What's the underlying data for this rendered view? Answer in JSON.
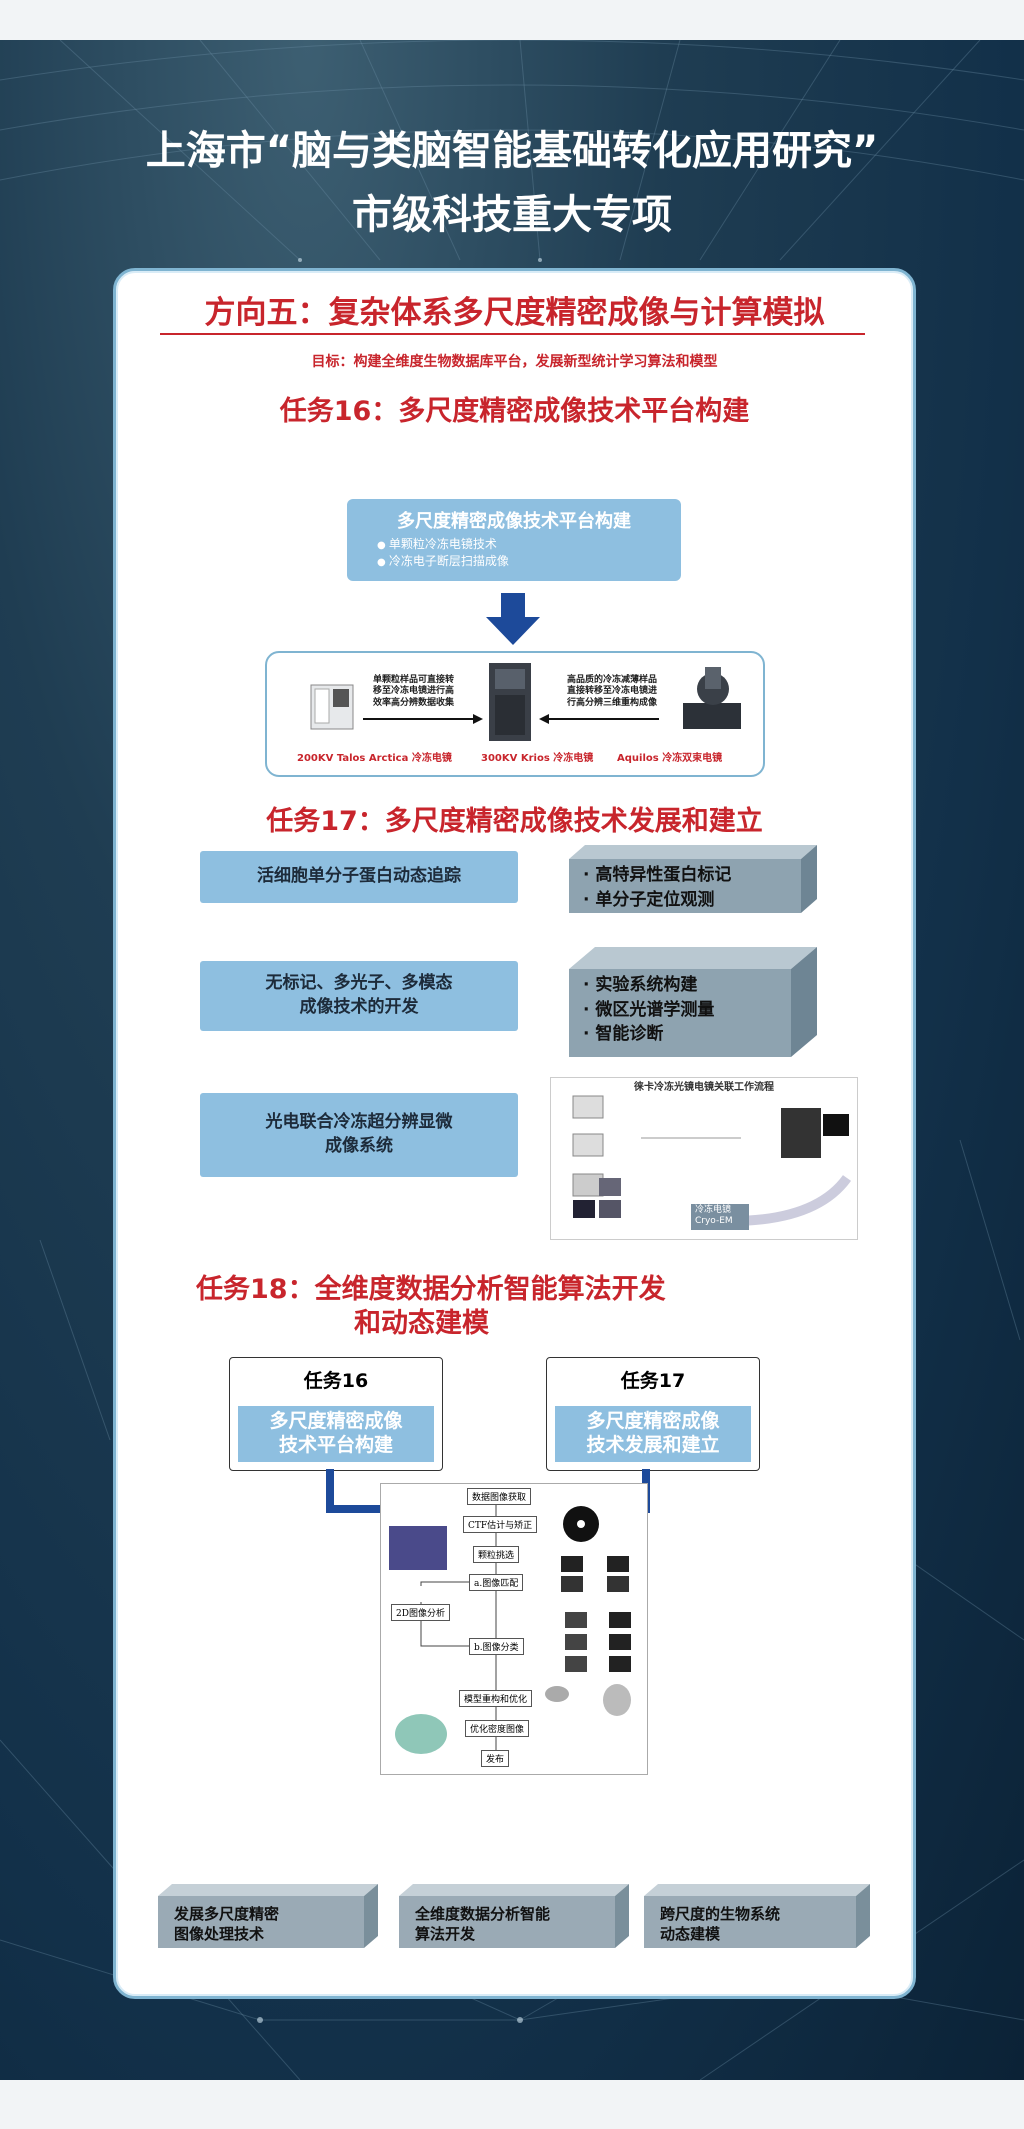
{
  "header": {
    "title_line1": "上海市“脑与类脑智能基础转化应用研究”",
    "title_line2": "市级科技重大专项"
  },
  "direction": {
    "title": "方向五：复杂体系多尺度精密成像与计算模拟",
    "goal": "目标：构建全维度生物数据库平台，发展新型统计学习算法和模型"
  },
  "task16": {
    "title": "任务16：多尺度精密成像技术平台构建",
    "box_title": "多尺度精密成像技术平台构建",
    "bullets": [
      "单颗粒冷冻电镜技术",
      "冷冻电子断层扫描成像"
    ],
    "note_left": "单颗粒样品可直接转\n移至冷冻电镜进行高\n效率高分辨数据收集",
    "note_right": "高品质的冷冻减薄样品\n直接转移至冷冻电镜进\n行高分辨三维重构成像",
    "instruments": [
      {
        "name": "200KV Talos Arctica",
        "label": "冷冻电镜"
      },
      {
        "name": "300KV Krios",
        "label": "冷冻电镜"
      },
      {
        "name": "Aquilos",
        "label": "冷冻双束电镜"
      }
    ]
  },
  "task17": {
    "title": "任务17：多尺度精密成像技术发展和建立",
    "rows": [
      {
        "left": "活细胞单分子蛋白动态追踪",
        "right": [
          "· 高特异性蛋白标记",
          "· 单分子定位观测"
        ]
      },
      {
        "left": "无标记、多光子、多模态\n成像技术的开发",
        "right": [
          "· 实验系统构建",
          "· 微区光谱学测量",
          "· 智能诊断"
        ]
      },
      {
        "left": "光电联合冷冻超分辨显微\n成像系统",
        "right": []
      }
    ],
    "workflow_title": "徕卡冷冻光镜电镜关联工作流程",
    "workflow_label1": "冷冻电镜",
    "workflow_label2": "Cryo-EM"
  },
  "task18": {
    "title_line1": "任务18：全维度数据分析智能算法开发",
    "title_line2": "和动态建模",
    "box_left": {
      "head": "任务16",
      "body": "多尺度精密成像\n技术平台构建"
    },
    "box_right": {
      "head": "任务17",
      "body": "多尺度精密成像\n技术发展和建立"
    },
    "flow": [
      "数据图像获取",
      "CTF估计与矫正",
      "颗粒挑选",
      "a.图像匹配",
      "2D图像分析",
      "b.图像分类",
      "模型重构和优化",
      "优化密度图像",
      "发布"
    ]
  },
  "outcomes": [
    "发展多尺度精密\n图像处理技术",
    "全维度数据分析智能\n算法开发",
    "跨尺度的生物系统\n动态建模"
  ],
  "colors": {
    "accent_red": "#c8252c",
    "box_blue": "#8ebfe0",
    "arrow_blue": "#1d4a9a"
  }
}
